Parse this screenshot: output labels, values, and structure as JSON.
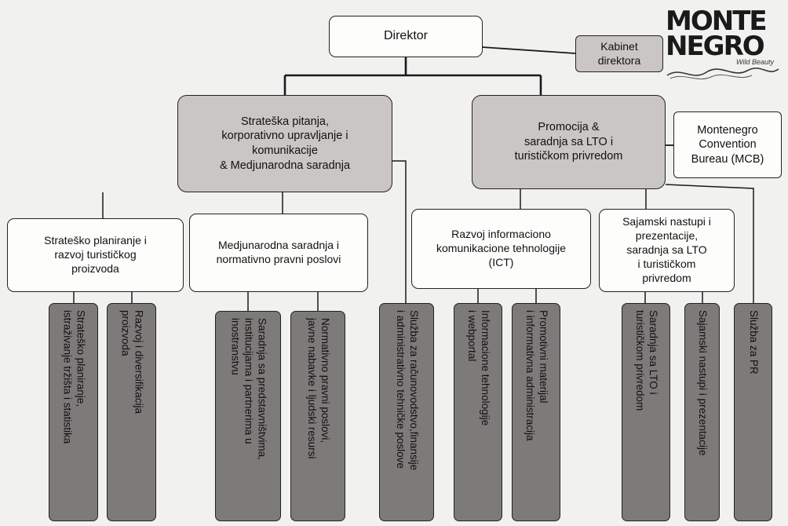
{
  "director": {
    "label": "Direktor"
  },
  "cabinet": {
    "label": "Kabinet\ndirektora"
  },
  "logo": {
    "line1": "MONTE",
    "line2": "NEGRO",
    "tagline": "Wild Beauty"
  },
  "sectors": {
    "strategic": {
      "label": "Strateška pitanja,\nkorporativno upravljanje i\nkomunikacije\n& Medjunarodna saradnja"
    },
    "promotion": {
      "label": "Promocija &\nsaradnja sa LTO i\nturističkom privredom"
    }
  },
  "mcb": {
    "label": "Montenegro\nConvention\nBureau  (MCB)"
  },
  "departments": {
    "planning": {
      "label": "Strateško planiranje i\nrazvoj  turističkog\nproizvoda"
    },
    "international": {
      "label": "Medjunarodna saradnja i\nnormativno pravni poslovi"
    },
    "ict": {
      "label": "Razvoj informaciono\nkomunikacione tehnologije\n(ICT)"
    },
    "fairs": {
      "label": "Sajamski nastupi i\nprezentacije,\nsaradnja sa LTO\ni turističkom\nprivredom"
    }
  },
  "units": [
    {
      "label": "Strateško planiranje,\nistraživanje tržišta i statistika"
    },
    {
      "label": "Razvoj i diversifikacija\nproizvoda"
    },
    {
      "label": "Saradnja  sa predstavništvima,\ninstitucijama i partnerima u\ninostranstvu"
    },
    {
      "label": "Normativno pravni poslovi,\njavne nabavke i ljudski resursi"
    },
    {
      "label": "Služba za računovodstvo,finansije\ni administrativno tehničke poslove"
    },
    {
      "label": "Informacione tehnologije\ni webportal"
    },
    {
      "label": "Promotivni  materijal\ni informativna administracija"
    },
    {
      "label": "Saradnja sa LTO i\nturističkom privredom"
    },
    {
      "label": "Sajamski nastupi i prezentacije"
    },
    {
      "label": "Služba za PR"
    }
  ]
}
